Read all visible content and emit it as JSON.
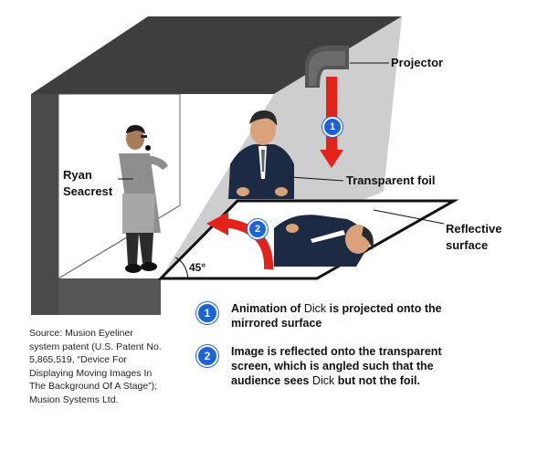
{
  "labels": {
    "projector": "Projector",
    "transparent_foil": "Transparent foil",
    "reflective_line1": "Reflective",
    "reflective_line2": "surface",
    "person_line1": "Ryan",
    "person_line2": "Seacrest",
    "angle": "45°"
  },
  "badges": {
    "one": "1",
    "two": "2"
  },
  "steps": [
    {
      "number": "1",
      "text_a": "Animation of ",
      "name": "Dick",
      "text_b": " is projected onto the",
      "line2": "mirrored surface"
    },
    {
      "number": "2",
      "line1": "Image is reflected onto the transparent",
      "line2": "screen, which is angled such that the",
      "text_a": "audience sees ",
      "name": "Dick",
      "text_b": " but not the foil."
    }
  ],
  "source": {
    "lines": [
      "Source: Musion Eyeliner",
      "system patent (U.S. Patent No.",
      "5,865,519, “Device For",
      "Displaying Moving Images In",
      "The Background Of A Stage”);",
      "Musion Systems Ltd."
    ]
  },
  "colors": {
    "wall_dark": "#4a4a4a",
    "foil": "#c8c8c8",
    "arrow_red": "#e2231a",
    "badge_blue": "#1e63d6"
  }
}
